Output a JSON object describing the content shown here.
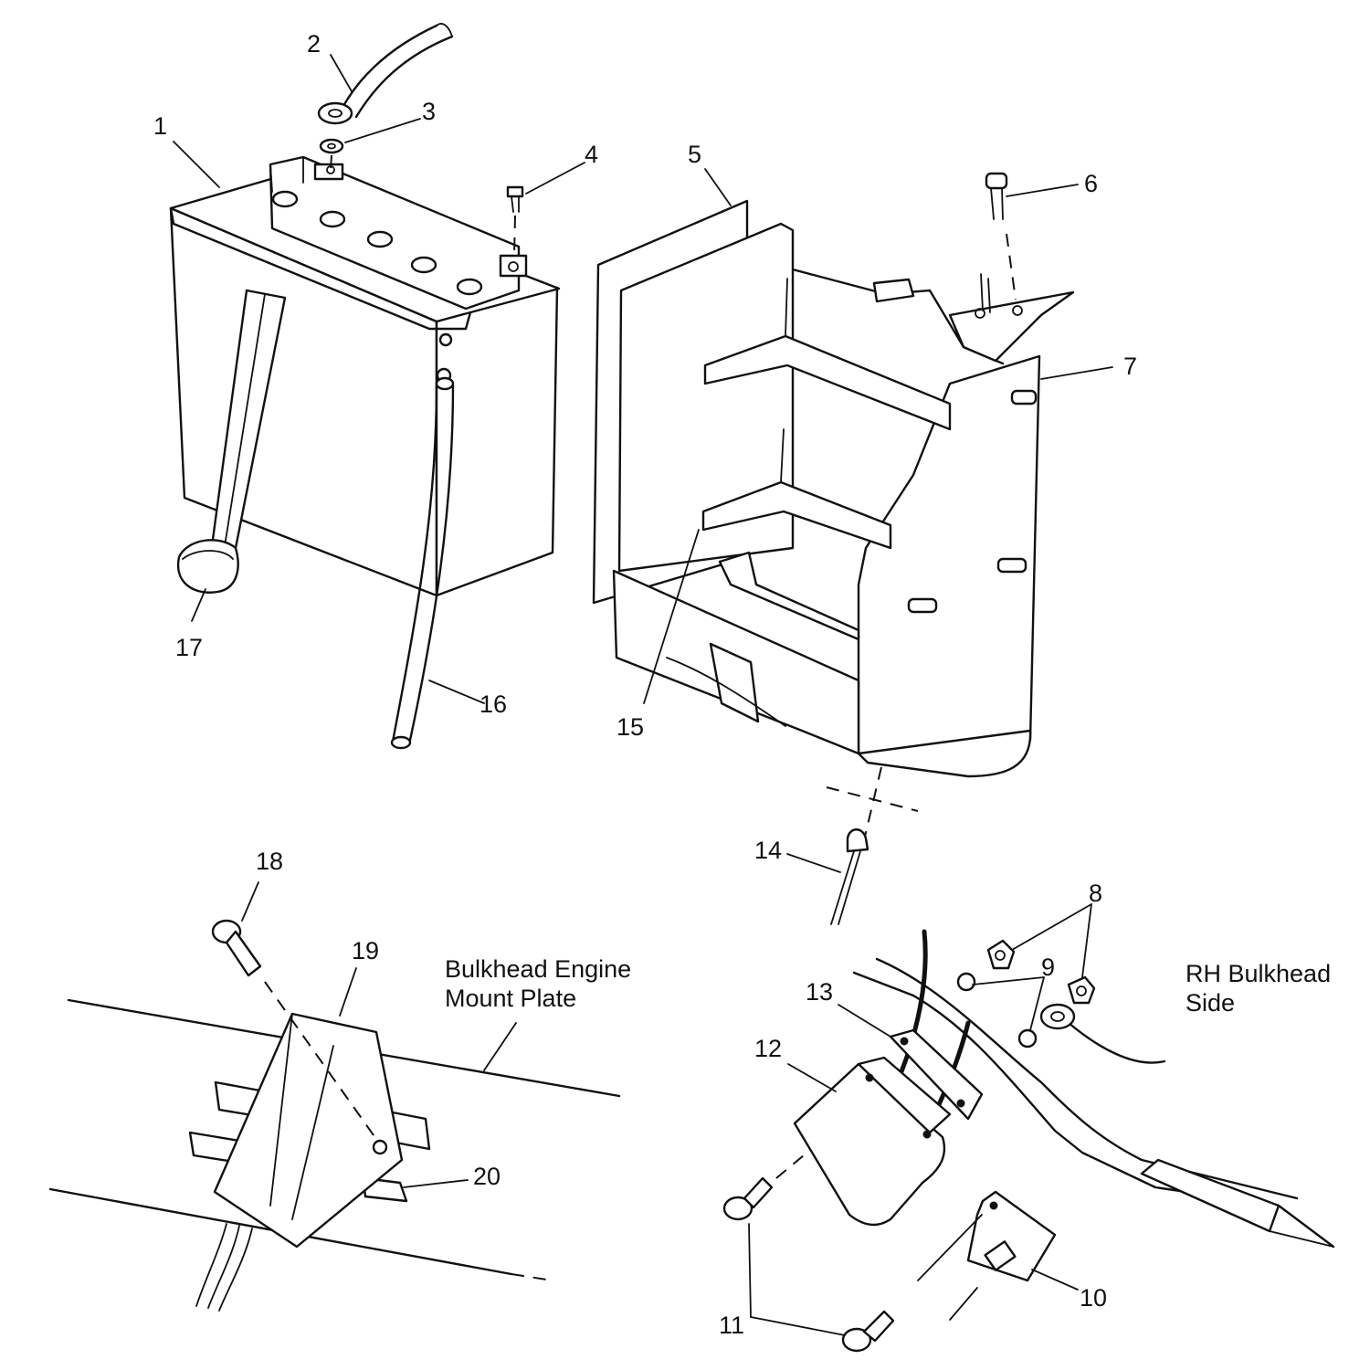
{
  "callouts": [
    {
      "id": "1",
      "label": "1"
    },
    {
      "id": "2",
      "label": "2"
    },
    {
      "id": "3",
      "label": "3"
    },
    {
      "id": "4",
      "label": "4"
    },
    {
      "id": "5",
      "label": "5"
    },
    {
      "id": "6",
      "label": "6"
    },
    {
      "id": "7",
      "label": "7"
    },
    {
      "id": "8",
      "label": "8"
    },
    {
      "id": "9",
      "label": "9"
    },
    {
      "id": "10",
      "label": "10"
    },
    {
      "id": "11",
      "label": "11"
    },
    {
      "id": "12",
      "label": "12"
    },
    {
      "id": "13",
      "label": "13"
    },
    {
      "id": "14",
      "label": "14"
    },
    {
      "id": "15",
      "label": "15"
    },
    {
      "id": "16",
      "label": "16"
    },
    {
      "id": "17",
      "label": "17"
    },
    {
      "id": "18",
      "label": "18"
    },
    {
      "id": "19",
      "label": "19"
    },
    {
      "id": "20",
      "label": "20"
    }
  ],
  "captions": {
    "bulkhead_line1": "Bulkhead Engine",
    "bulkhead_line2": "Mount Plate",
    "rh_line1": "RH Bulkhead",
    "rh_line2": "Side"
  }
}
